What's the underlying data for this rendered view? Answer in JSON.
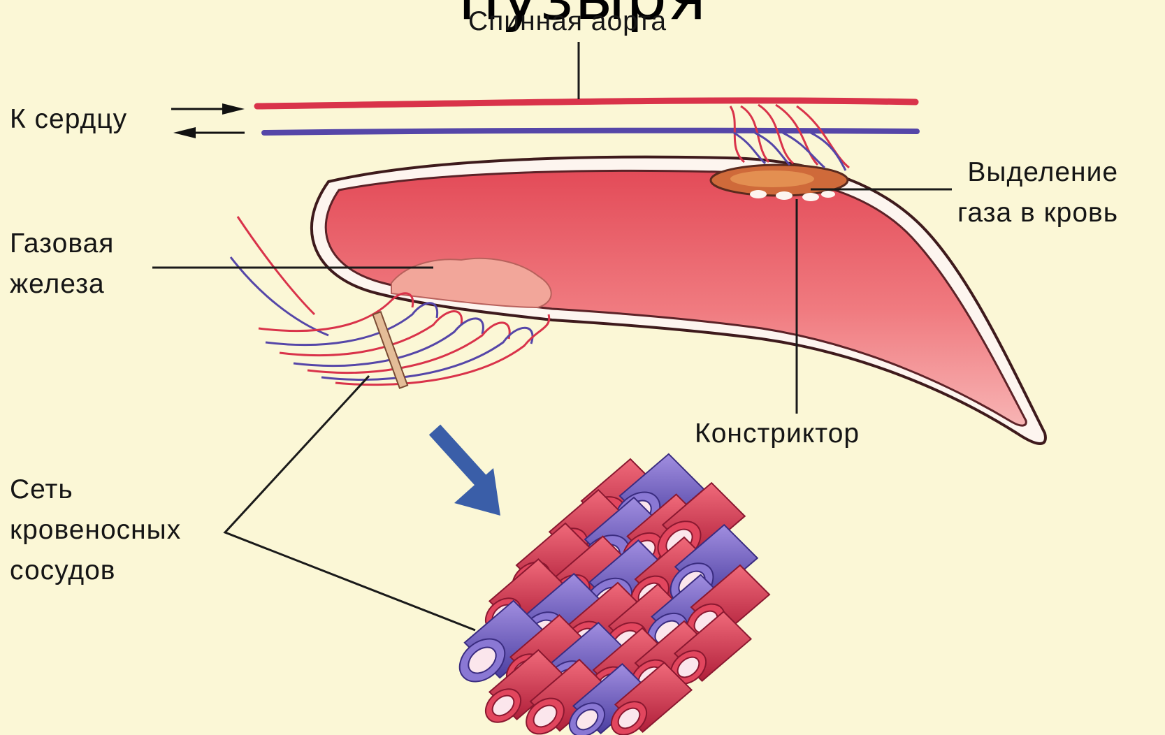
{
  "slide": {
    "title_fragment": "пузыря"
  },
  "labels": {
    "aorta": "Спинная аорта",
    "to_heart": "К сердцу",
    "gas_gland": [
      "Газовая",
      "железа"
    ],
    "gas_release": [
      "Выделение",
      "газа в кровь"
    ],
    "constrictor": "Констриктор",
    "vessel_network": [
      "Сеть",
      "кровеносных",
      "сосудов"
    ]
  },
  "colors": {
    "background": "#fbf7d6",
    "artery": "#d9334a",
    "vein": "#5546a8",
    "bladder_fill": "#ec6e74",
    "bladder_outline": "#4a1f22",
    "pointer_arrow": "#3a5ea8"
  },
  "icons": {
    "arrow_right": "arrow-right-icon",
    "arrow_left": "arrow-left-icon",
    "pointer": "pointer-arrow-icon"
  }
}
